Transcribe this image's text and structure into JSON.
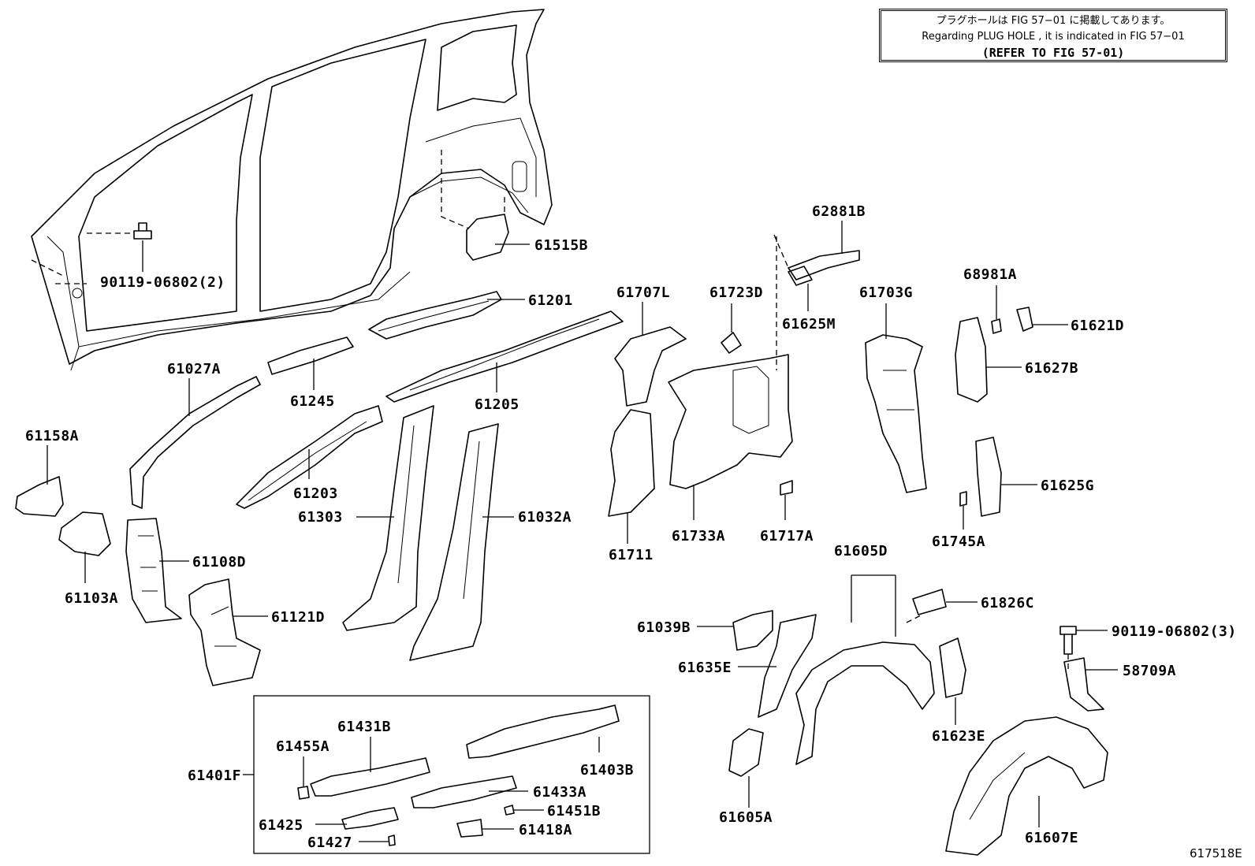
{
  "note": {
    "line1": "プラグホールは FIG 57−01 に掲載してあります。",
    "line2": "Regarding  PLUG  HOLE , it is indicated in  FIG  57−01",
    "line3": "(REFER TO FIG 57-01)"
  },
  "figure_id": "617518E",
  "labels": {
    "p61515B": "61515B",
    "p90119_2": "90119-06802(2)",
    "p61201": "61201",
    "p61027A": "61027A",
    "p61245": "61245",
    "p61205": "61205",
    "p61158A": "61158A",
    "p61203": "61203",
    "p61303": "61303",
    "p61032A": "61032A",
    "p61103A": "61103A",
    "p61108D": "61108D",
    "p61121D": "61121D",
    "p61707L": "61707L",
    "p61723D": "61723D",
    "p62881B": "62881B",
    "p61625M": "61625M",
    "p61703G": "61703G",
    "p68981A": "68981A",
    "p61621D": "61621D",
    "p61627B": "61627B",
    "p61711": "61711",
    "p61733A": "61733A",
    "p61717A": "61717A",
    "p61625G": "61625G",
    "p61745A": "61745A",
    "p61605D": "61605D",
    "p61826C": "61826C",
    "p61039B": "61039B",
    "p90119_3": "90119-06802(3)",
    "p58709A": "58709A",
    "p61635E": "61635E",
    "p61623E": "61623E",
    "p61605A": "61605A",
    "p61607E": "61607E",
    "p61401F": "61401F",
    "p61431B": "61431B",
    "p61455A": "61455A",
    "p61403B": "61403B",
    "p61433A": "61433A",
    "p61451B": "61451B",
    "p61425": "61425",
    "p61418A": "61418A",
    "p61427": "61427"
  }
}
